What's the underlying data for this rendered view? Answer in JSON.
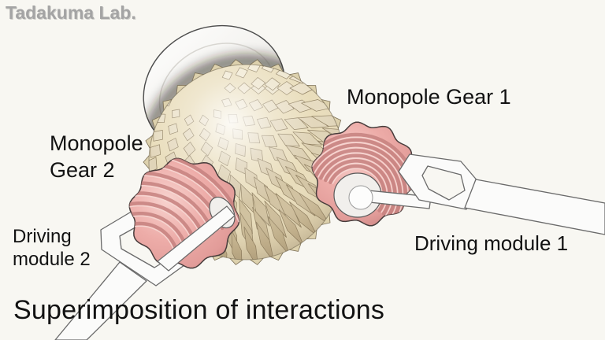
{
  "watermark": "Tadakuma Lab.",
  "labels": {
    "monopole_gear_1": "Monopole Gear 1",
    "monopole_gear_2_line1": "Monopole",
    "monopole_gear_2_line2": "Gear 2",
    "driving_module_1": "Driving module 1",
    "driving_module_2_line1": "Driving",
    "driving_module_2_line2": "module 2"
  },
  "caption": "Superimposition of interactions",
  "colors": {
    "background": "#f8f7f2",
    "text": "#121212",
    "watermark_gray": "#a4a4a4",
    "gear_pink": "#edaca8",
    "gear_pink_highlight": "#f7d2ce",
    "gear_pink_groove": "#c5817f",
    "gear_pink_ridge_light": "#f6d7d3",
    "sphere_cream": "#e9ddbb",
    "sphere_tooth_light": "#f8f1dd",
    "sphere_tooth_dark": "#c9b893",
    "sphere_tooth_edge": "#8f7f60",
    "module_white": "#fbfbfa",
    "outline_dark": "#473c3b"
  }
}
